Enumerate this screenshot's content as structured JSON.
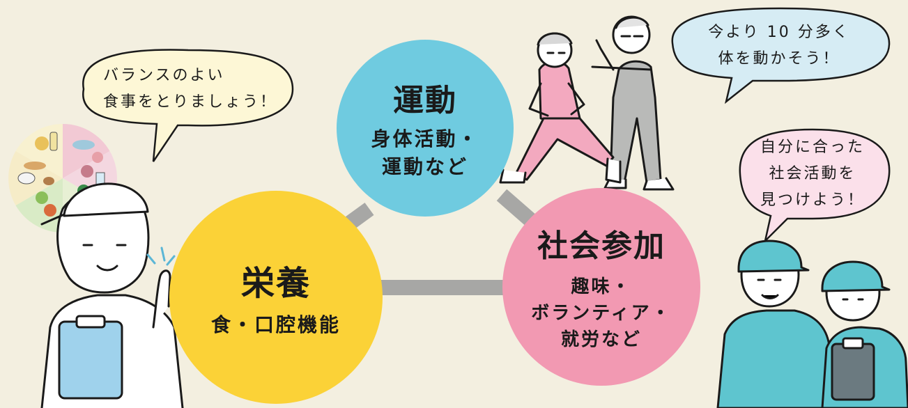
{
  "diagram": {
    "exercise": {
      "title": "運動",
      "lines": [
        "身体活動・",
        "運動など"
      ],
      "color": "#6fcbe0"
    },
    "nutrition": {
      "title": "栄養",
      "lines": [
        "食・口腔機能"
      ],
      "color": "#fbd237"
    },
    "social": {
      "title": "社会参加",
      "lines": [
        "趣味・",
        "ボランティア・",
        "就労など"
      ],
      "color": "#f299b2"
    },
    "connector_color": "#a7a7a5"
  },
  "bubbles": {
    "nutrition": {
      "lines": [
        "バランスのよい",
        "食事をとりましょう！"
      ],
      "color": "#fdf7d6"
    },
    "exercise": {
      "lines": [
        "今より 10 分多く",
        "体を動かそう！"
      ],
      "color": "#d6ecf4"
    },
    "social": {
      "lines": [
        "自分に合った",
        "社会活動を",
        "見つけよう！"
      ],
      "color": "#fbe0ea"
    }
  },
  "illustrations": [
    {
      "icon": "food-groups-plate-icon"
    },
    {
      "icon": "worker-with-clipboard-icon"
    },
    {
      "icon": "elderly-couple-stretching-icon"
    },
    {
      "icon": "volunteers-in-caps-icon"
    }
  ],
  "background": "#f3efe0"
}
